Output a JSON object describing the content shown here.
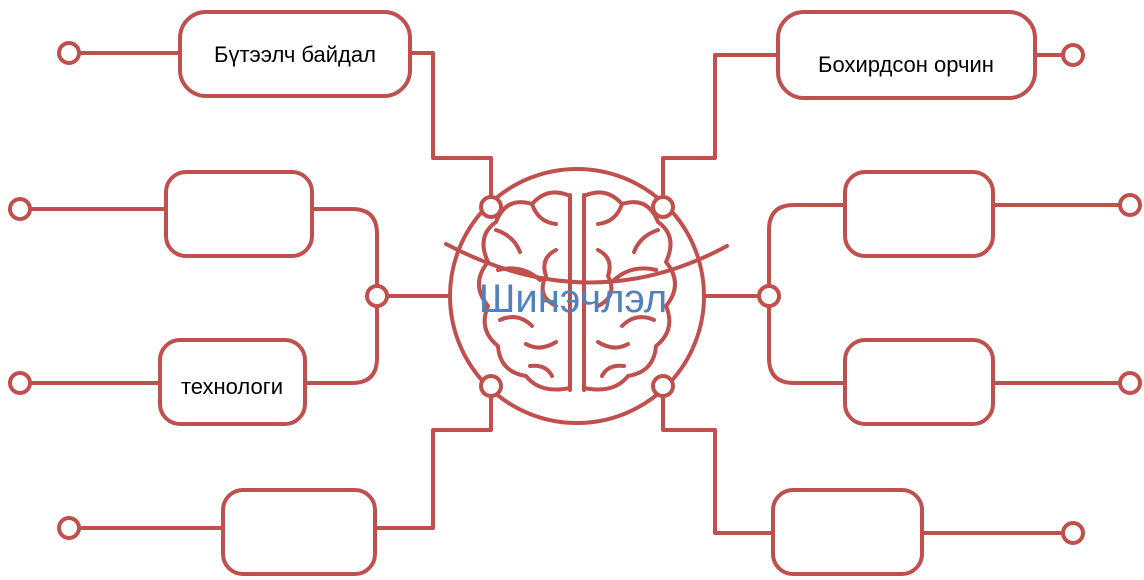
{
  "colors": {
    "line": "#c0504d",
    "center_text": "#4f81bd",
    "label_text": "#000000"
  },
  "center": {
    "icon": "brain-icon",
    "label": "Шинэчлэл"
  },
  "nodes": {
    "top_left": "Бүтээлч байдал",
    "top_right": "Бохирдсон орчин",
    "mid_left_upper": "",
    "mid_left_lower": "технологи",
    "mid_right_upper": "",
    "mid_right_lower": "",
    "bottom_left": "",
    "bottom_right": ""
  }
}
